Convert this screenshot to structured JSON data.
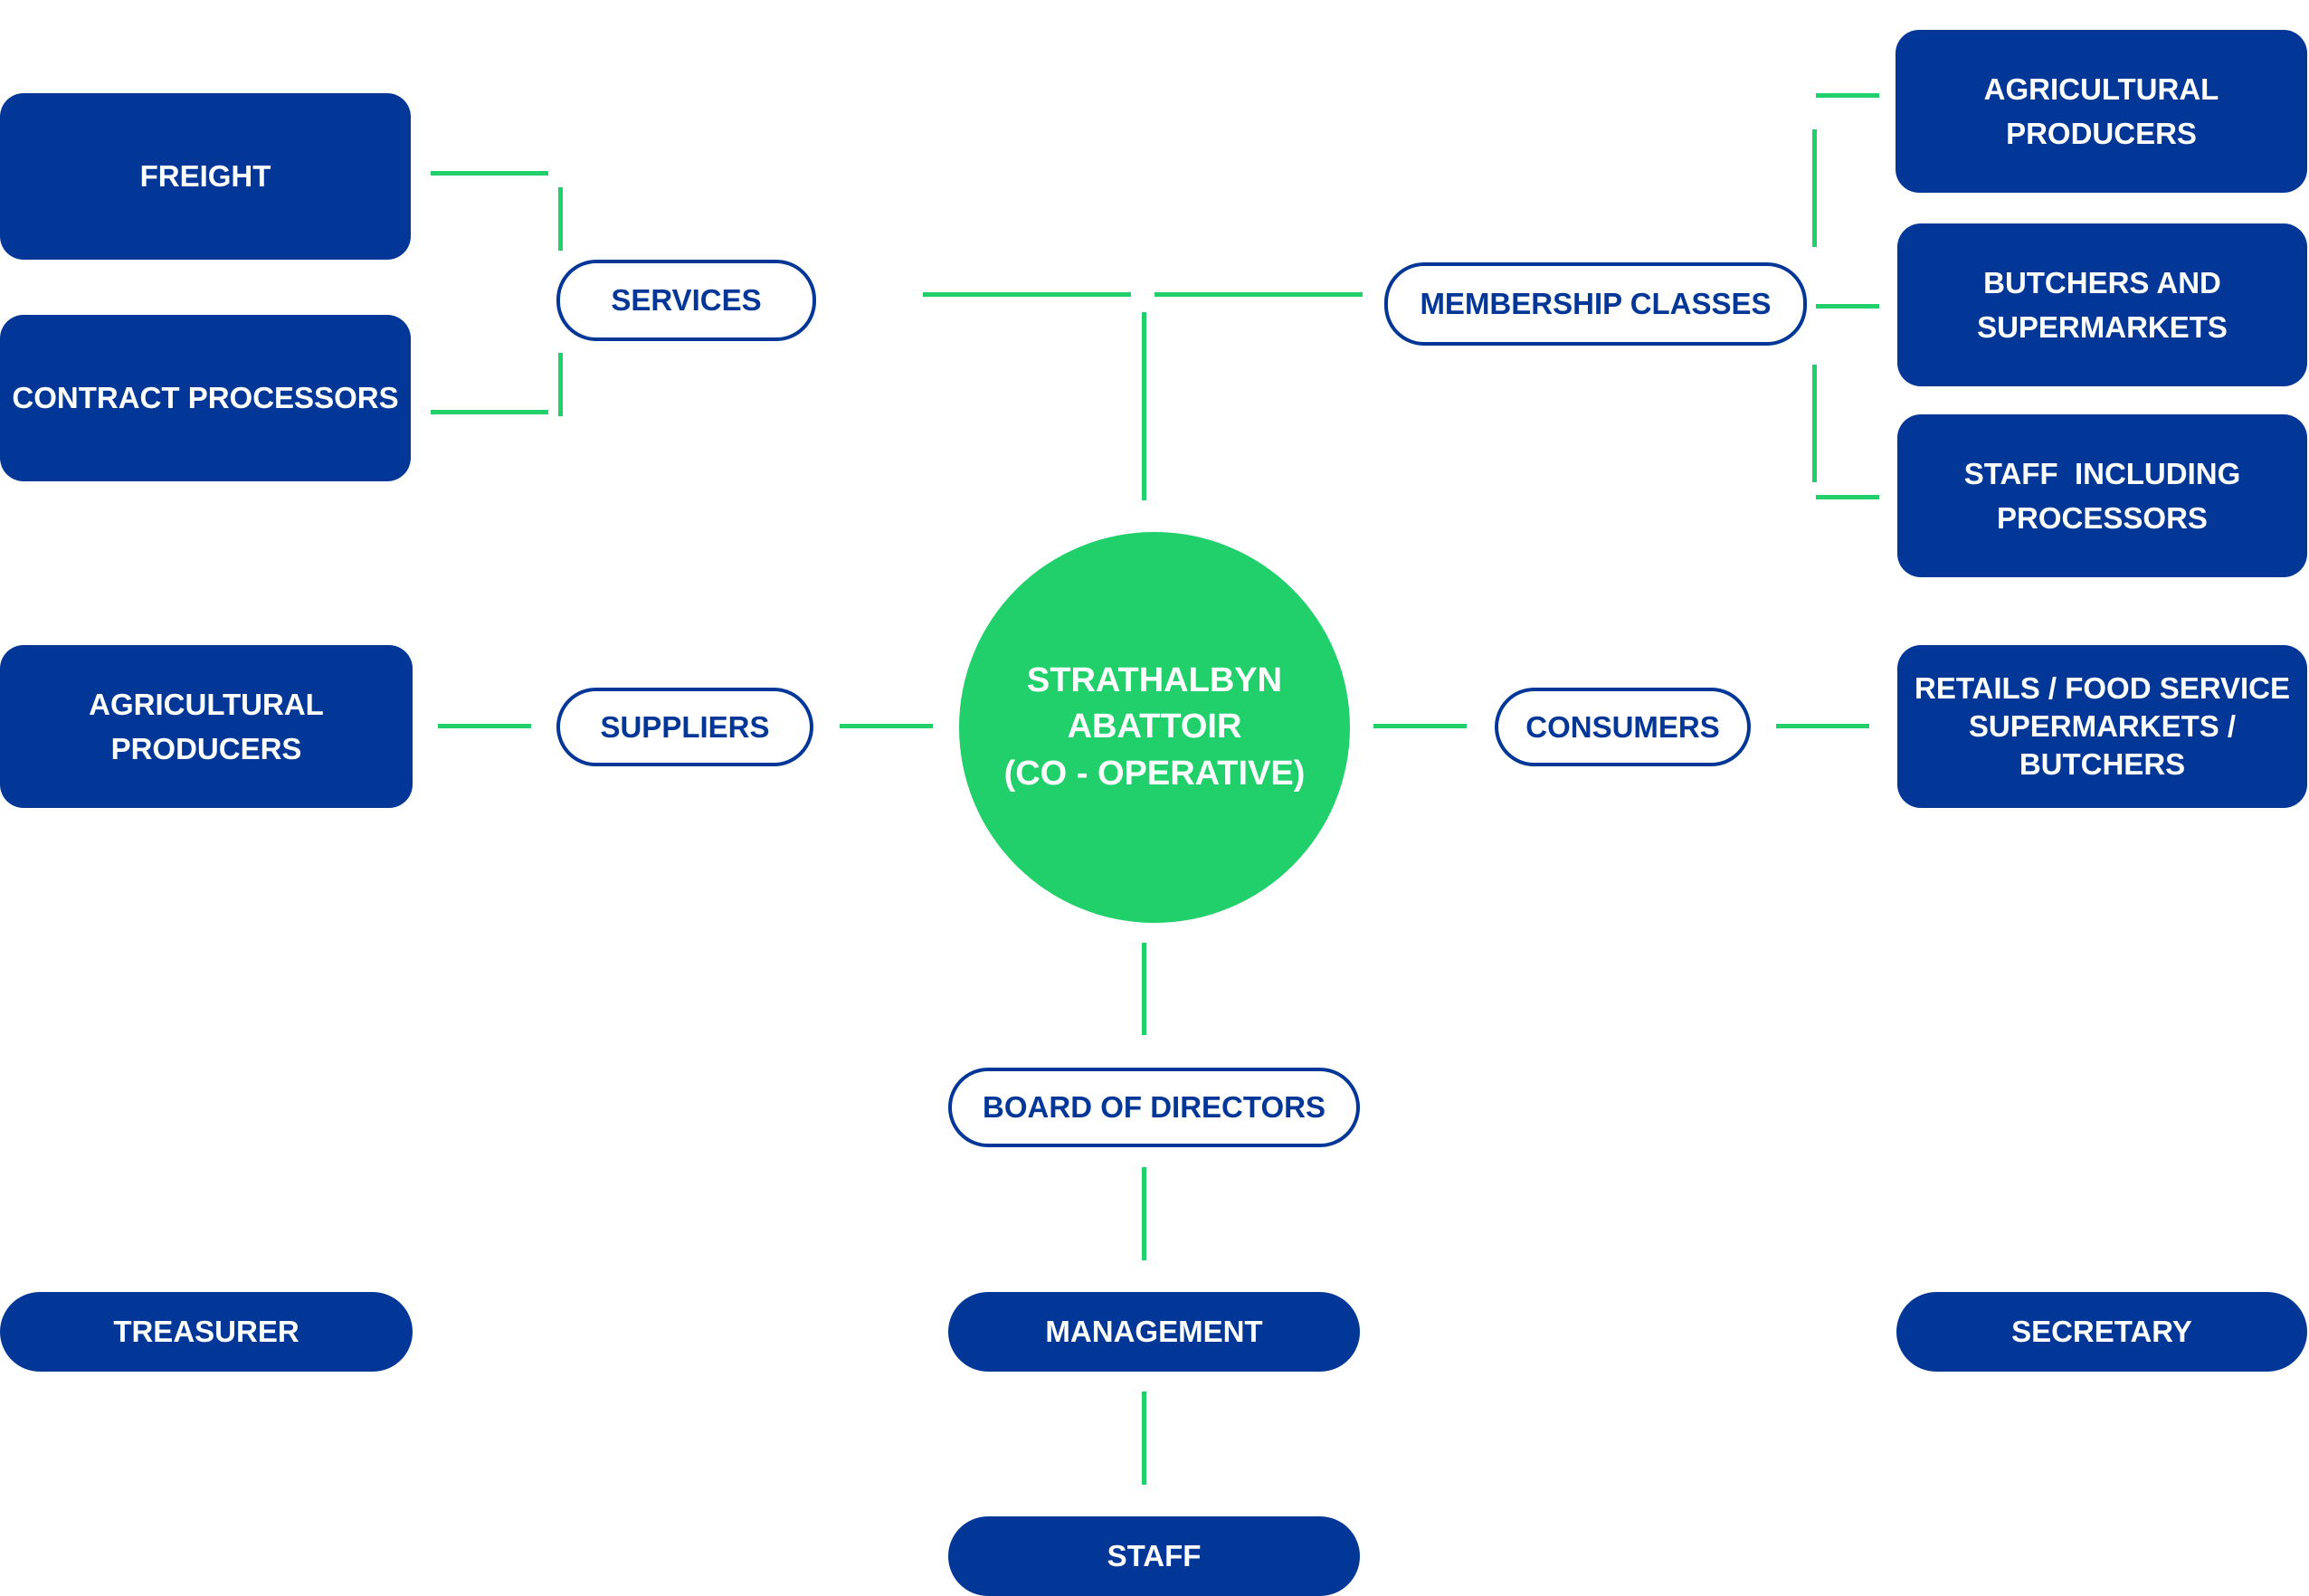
{
  "hub": {
    "line1": "STRATHALBYN",
    "line2": "ABATTOIR",
    "line3": "(CO - OPERATIVE)"
  },
  "left": {
    "freight": "FREIGHT",
    "contract_processors": "CONTRACT PROCESSORS",
    "agricultural_producers_1": "AGRICULTURAL",
    "agricultural_producers_2": "PRODUCERS",
    "treasurer": "TREASURER"
  },
  "categories": {
    "services": "SERVICES",
    "suppliers": "SUPPLIERS",
    "membership_classes": "MEMBERSHIP CLASSES",
    "consumers": "CONSUMERS",
    "board_of_directors": "BOARD OF DIRECTORS"
  },
  "right": {
    "agricultural_producers_1": "AGRICULTURAL",
    "agricultural_producers_2": "PRODUCERS",
    "butchers_1": "BUTCHERS AND",
    "butchers_2": "SUPERMARKETS",
    "staff_processors_1": "STAFF  INCLUDING",
    "staff_processors_2": "PROCESSORS",
    "retails_1": "RETAILS / FOOD SERVICE",
    "retails_2": "SUPERMARKETS /",
    "retails_3": "BUTCHERS",
    "secretary": "SECRETARY"
  },
  "bottom": {
    "management": "MANAGEMENT",
    "staff": "STAFF"
  },
  "colors": {
    "navy": "#023797",
    "green": "#22d06b",
    "white": "#ffffff"
  }
}
